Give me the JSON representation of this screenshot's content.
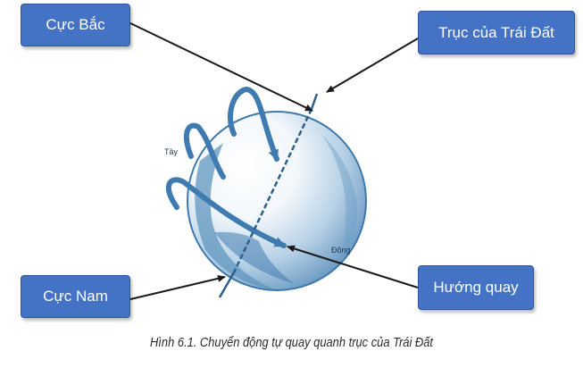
{
  "labels": {
    "north_pole": "Cực Bắc",
    "earth_axis": "Trục của Trái Đất",
    "south_pole": "Cực Nam",
    "rotation_direction": "Hướng quay",
    "west": "Tây",
    "east": "Đông"
  },
  "caption": "Hình 6.1. Chuyển động tự quay quanh trục của Trái Đất",
  "colors": {
    "box_fill": "#4473c5",
    "box_text": "#ffffff",
    "globe_blue": "#5f95bf",
    "arrow_blue": "#3f7bb0",
    "line": "#1a1a1a"
  }
}
